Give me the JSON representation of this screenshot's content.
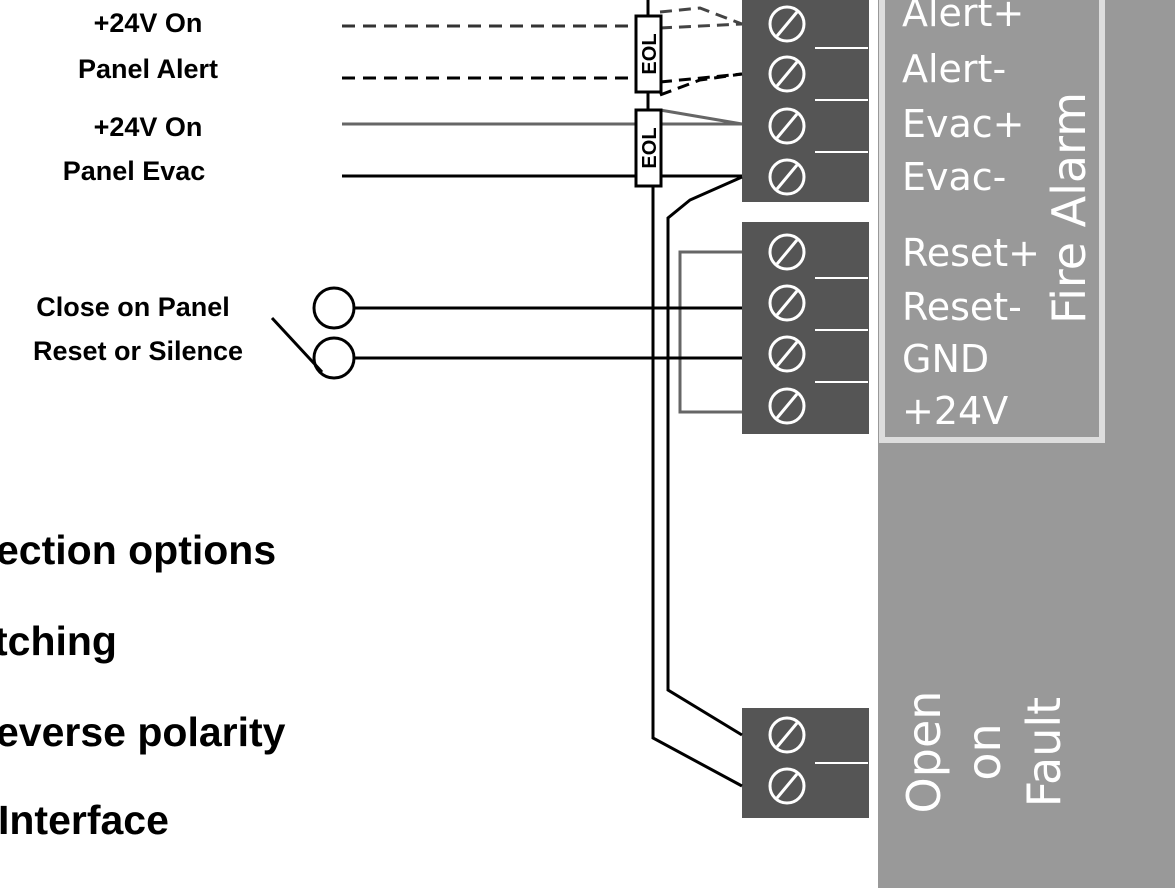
{
  "inputs": {
    "alert_line1": "+24V On",
    "alert_line2": "Panel Alert",
    "evac_line1": "+24V On",
    "evac_line2": "Panel Evac",
    "reset_line1": "Close on Panel",
    "reset_line2": "Reset or Silence"
  },
  "eol_label": "EOL",
  "terminals_top": [
    "Alert+",
    "Alert-",
    "Evac+",
    "Evac-"
  ],
  "terminals_mid": [
    "Reset+",
    "Reset-",
    "GND",
    "+24V"
  ],
  "group_label": "Fire Alarm",
  "fault_label": [
    "Open",
    "on",
    "Fault"
  ],
  "bullets": [
    "ection options",
    "tching",
    "everse polarity",
    "Interface"
  ],
  "colors": {
    "panel_gray": "#999999",
    "terminal_block": "#555555",
    "wire_black": "#000000",
    "wire_gray": "#666666"
  }
}
